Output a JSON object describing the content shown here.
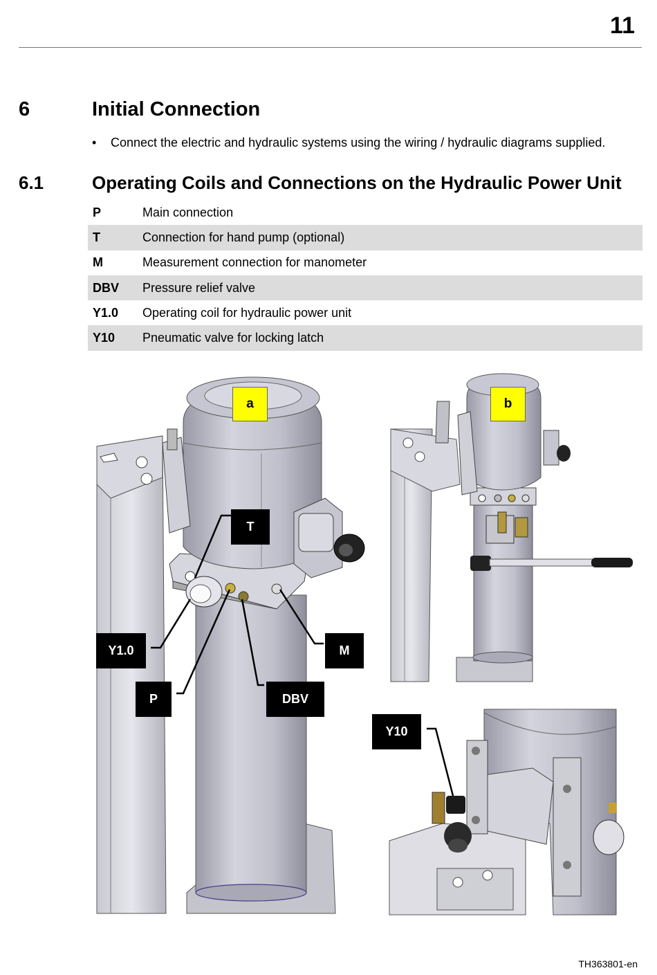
{
  "header": {
    "page_number": "11"
  },
  "section": {
    "number": "6",
    "title": "Initial Connection"
  },
  "bullet": "Connect the electric and hydraulic systems using the wiring / hydraulic diagrams supplied.",
  "subsection": {
    "number": "6.1",
    "title": "Operating Coils and Connections on the Hydraulic Power Unit"
  },
  "legend": [
    {
      "code": "P",
      "desc": "Main connection"
    },
    {
      "code": "T",
      "desc": "Connection for hand pump (optional)"
    },
    {
      "code": "M",
      "desc": "Measurement connection for manometer"
    },
    {
      "code": "DBV",
      "desc": "Pressure relief valve"
    },
    {
      "code": "Y1.0",
      "desc": "Operating coil for hydraulic power unit"
    },
    {
      "code": "Y10",
      "desc": "Pneumatic valve for locking latch"
    }
  ],
  "figure": {
    "view_a": "a",
    "view_b": "b",
    "callouts": {
      "T": "T",
      "Y1_0": "Y1.0",
      "M": "M",
      "P": "P",
      "DBV": "DBV",
      "Y10": "Y10"
    }
  },
  "footer": {
    "doc_id": "TH363801-en"
  }
}
